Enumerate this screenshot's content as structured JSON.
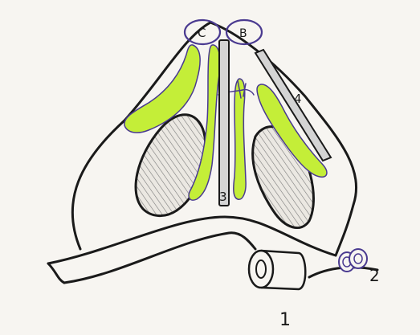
{
  "figure": {
    "background": "#f7f5f1",
    "ink_color": "#1a1a1a",
    "graft_fill_color": "#c4ee38",
    "graft_outline_color": "#4a3a90",
    "strut_fill_color": "#d4d4d4",
    "hatch_color": "#7a7a7a",
    "labels": {
      "marker_1": "1",
      "marker_2": "2",
      "marker_3": "3",
      "marker_4": "4",
      "marker_c": "C",
      "marker_b": "B"
    }
  }
}
